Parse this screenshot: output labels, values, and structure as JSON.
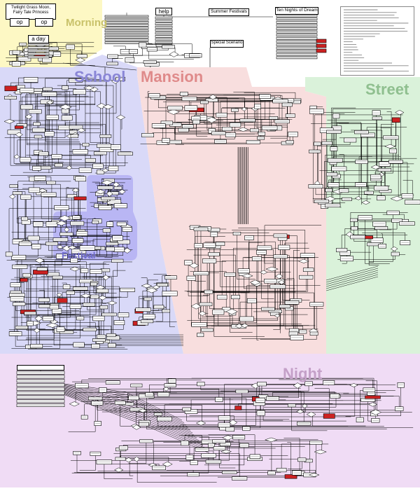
{
  "regions": {
    "morning": {
      "label": "Morning",
      "color": "#fdf8c4"
    },
    "school": {
      "label": "School",
      "color": "#d9d9f8"
    },
    "mansion": {
      "label": "Mansion",
      "color": "#f8dede"
    },
    "street": {
      "label": "Street",
      "color": "#daf2da"
    },
    "festival": {
      "label": "Festival",
      "color": "#b9b6f4"
    },
    "night": {
      "label": "Night",
      "color": "#f0dcf5"
    }
  },
  "nodes": {
    "title_line1": "Twilight Grass Moon,",
    "title_line2": "Fairy Tale Princess",
    "op1": "op",
    "op2": "op",
    "a_day": "a day",
    "help": "help",
    "summer_festivals": "Summer Festivals",
    "special_scenario": "Special Scenario",
    "ten_nights": "Ten Nights of Dream"
  },
  "colors": {
    "line": "#000000",
    "accent_red": "#cc2222",
    "node_fill": "#ffffff"
  }
}
